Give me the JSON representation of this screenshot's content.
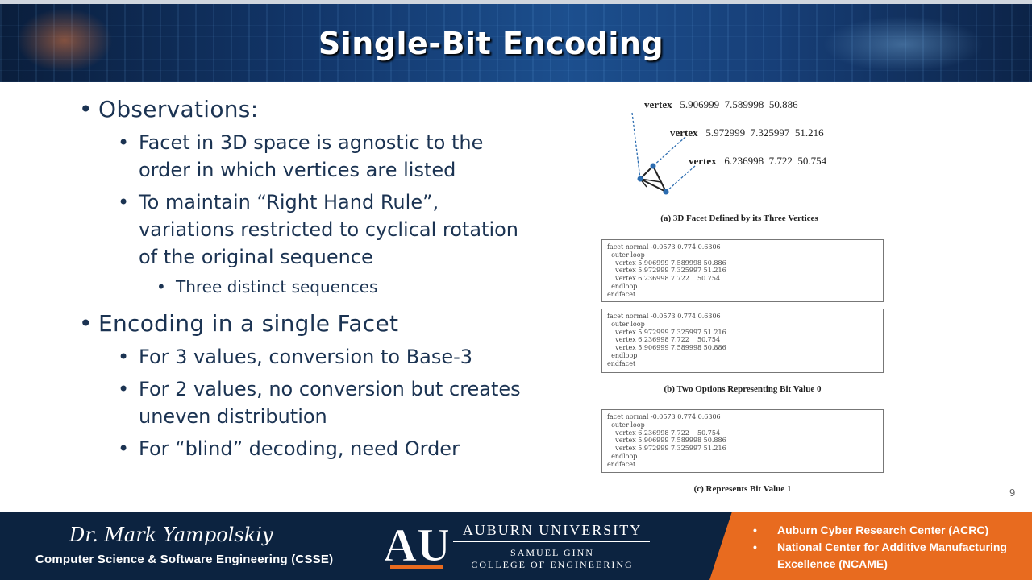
{
  "title": "Single-Bit Encoding",
  "bullets": {
    "observations": "Observations:",
    "obs_1": "Facet in 3D space is agnostic to the order in which vertices are listed",
    "obs_2": "To maintain “Right Hand Rule”, variations restricted to cyclical rotation of the original sequence",
    "obs_2_sub": "Three distinct sequences",
    "encoding": "Encoding in a single Facet",
    "enc_1": "For 3 values, conversion to Base-3",
    "enc_2": "For 2 values, no conversion but creates uneven distribution",
    "enc_3": "For “blind” decoding, need Order"
  },
  "figure": {
    "vertex_label": "vertex",
    "vertex_1": "5.906999  7.589998  50.886",
    "vertex_2": "5.972999  7.325997  51.216",
    "vertex_3": "6.236998  7.722  50.754",
    "caption_a": "(a) 3D Facet Defined by its Three Vertices",
    "code_a": "facet normal -0.0573 0.774 0.6306\n  outer loop\n    vertex 5.906999 7.589998 50.886\n    vertex 5.972999 7.325997 51.216\n    vertex 6.236998 7.722    50.754\n  endloop\nendfacet",
    "code_b": "facet normal -0.0573 0.774 0.6306\n  outer loop\n    vertex 5.972999 7.325997 51.216\n    vertex 6.236998 7.722    50.754\n    vertex 5.906999 7.589998 50.886\n  endloop\nendfacet",
    "caption_b": "(b) Two Options Representing Bit Value 0",
    "code_c": "facet normal -0.0573 0.774 0.6306\n  outer loop\n    vertex 6.236998 7.722    50.754\n    vertex 5.906999 7.589998 50.886\n    vertex 5.972999 7.325997 51.216\n  endloop\nendfacet",
    "caption_c": "(c) Represents Bit Value 1"
  },
  "page_number": "9",
  "footer": {
    "author": "Dr. Mark Yampolskiy",
    "department": "Computer Science & Software Engineering (CSSE)",
    "logo_letters": "AU",
    "university": "AUBURN UNIVERSITY",
    "college_line1": "SAMUEL GINN",
    "college_line2": "COLLEGE OF ENGINEERING",
    "centers": [
      "Auburn Cyber Research Center (ACRC)",
      "National Center for Additive Manufacturing Excellence (NCAME)"
    ]
  },
  "colors": {
    "header_blue": "#12366a",
    "footer_navy": "#0c2340",
    "footer_orange": "#e86b1f",
    "bullet_text": "#1b3352"
  }
}
